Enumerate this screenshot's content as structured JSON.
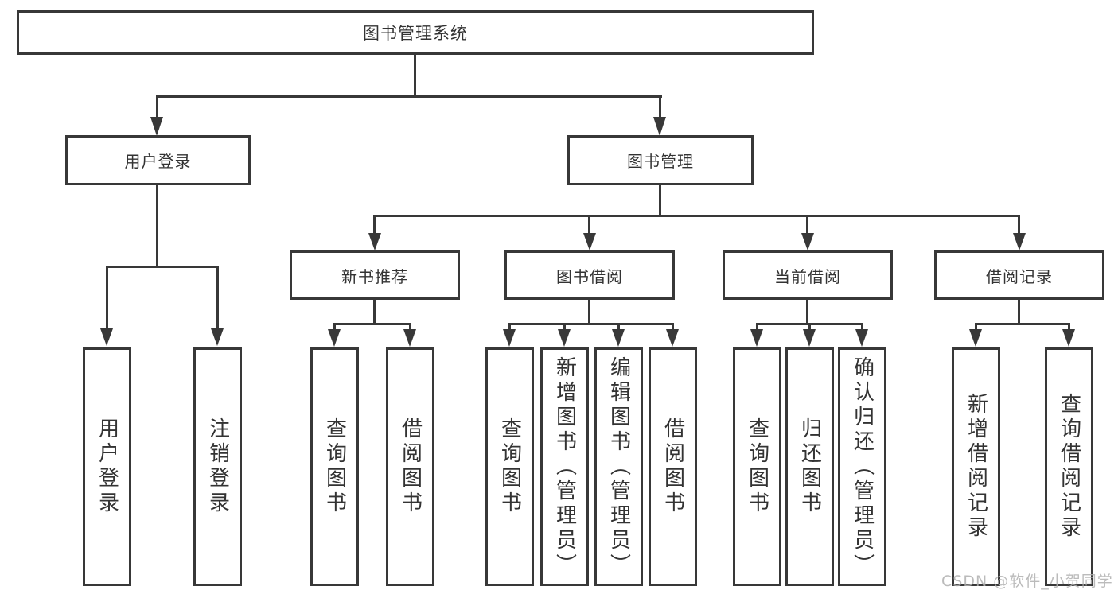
{
  "page": {
    "background": "#ffffff",
    "line_color": "#383838",
    "text_color": "#333333",
    "watermark_color": "#b0b0b0"
  },
  "diagram": {
    "root": {
      "label": "图书管理系统"
    },
    "branches": [
      {
        "label": "用户登录",
        "leaves": [
          {
            "label": "用户登录"
          },
          {
            "label": "注销登录"
          }
        ]
      },
      {
        "label": "图书管理",
        "groups": [
          {
            "label": "新书推荐",
            "leaves": [
              {
                "label": "查询图书"
              },
              {
                "label": "借阅图书"
              }
            ]
          },
          {
            "label": "图书借阅",
            "leaves": [
              {
                "label": "查询图书"
              },
              {
                "label": "新增图书（管理员）"
              },
              {
                "label": "编辑图书（管理员）"
              },
              {
                "label": "借阅图书"
              }
            ]
          },
          {
            "label": "当前借阅",
            "leaves": [
              {
                "label": "查询图书"
              },
              {
                "label": "归还图书"
              },
              {
                "label": "确认归还（管理员）"
              }
            ]
          },
          {
            "label": "借阅记录",
            "leaves": [
              {
                "label": "新增借阅记录"
              },
              {
                "label": "查询借阅记录"
              }
            ]
          }
        ]
      }
    ]
  },
  "watermark": {
    "text": "CSDN @软件_小贺同学"
  }
}
